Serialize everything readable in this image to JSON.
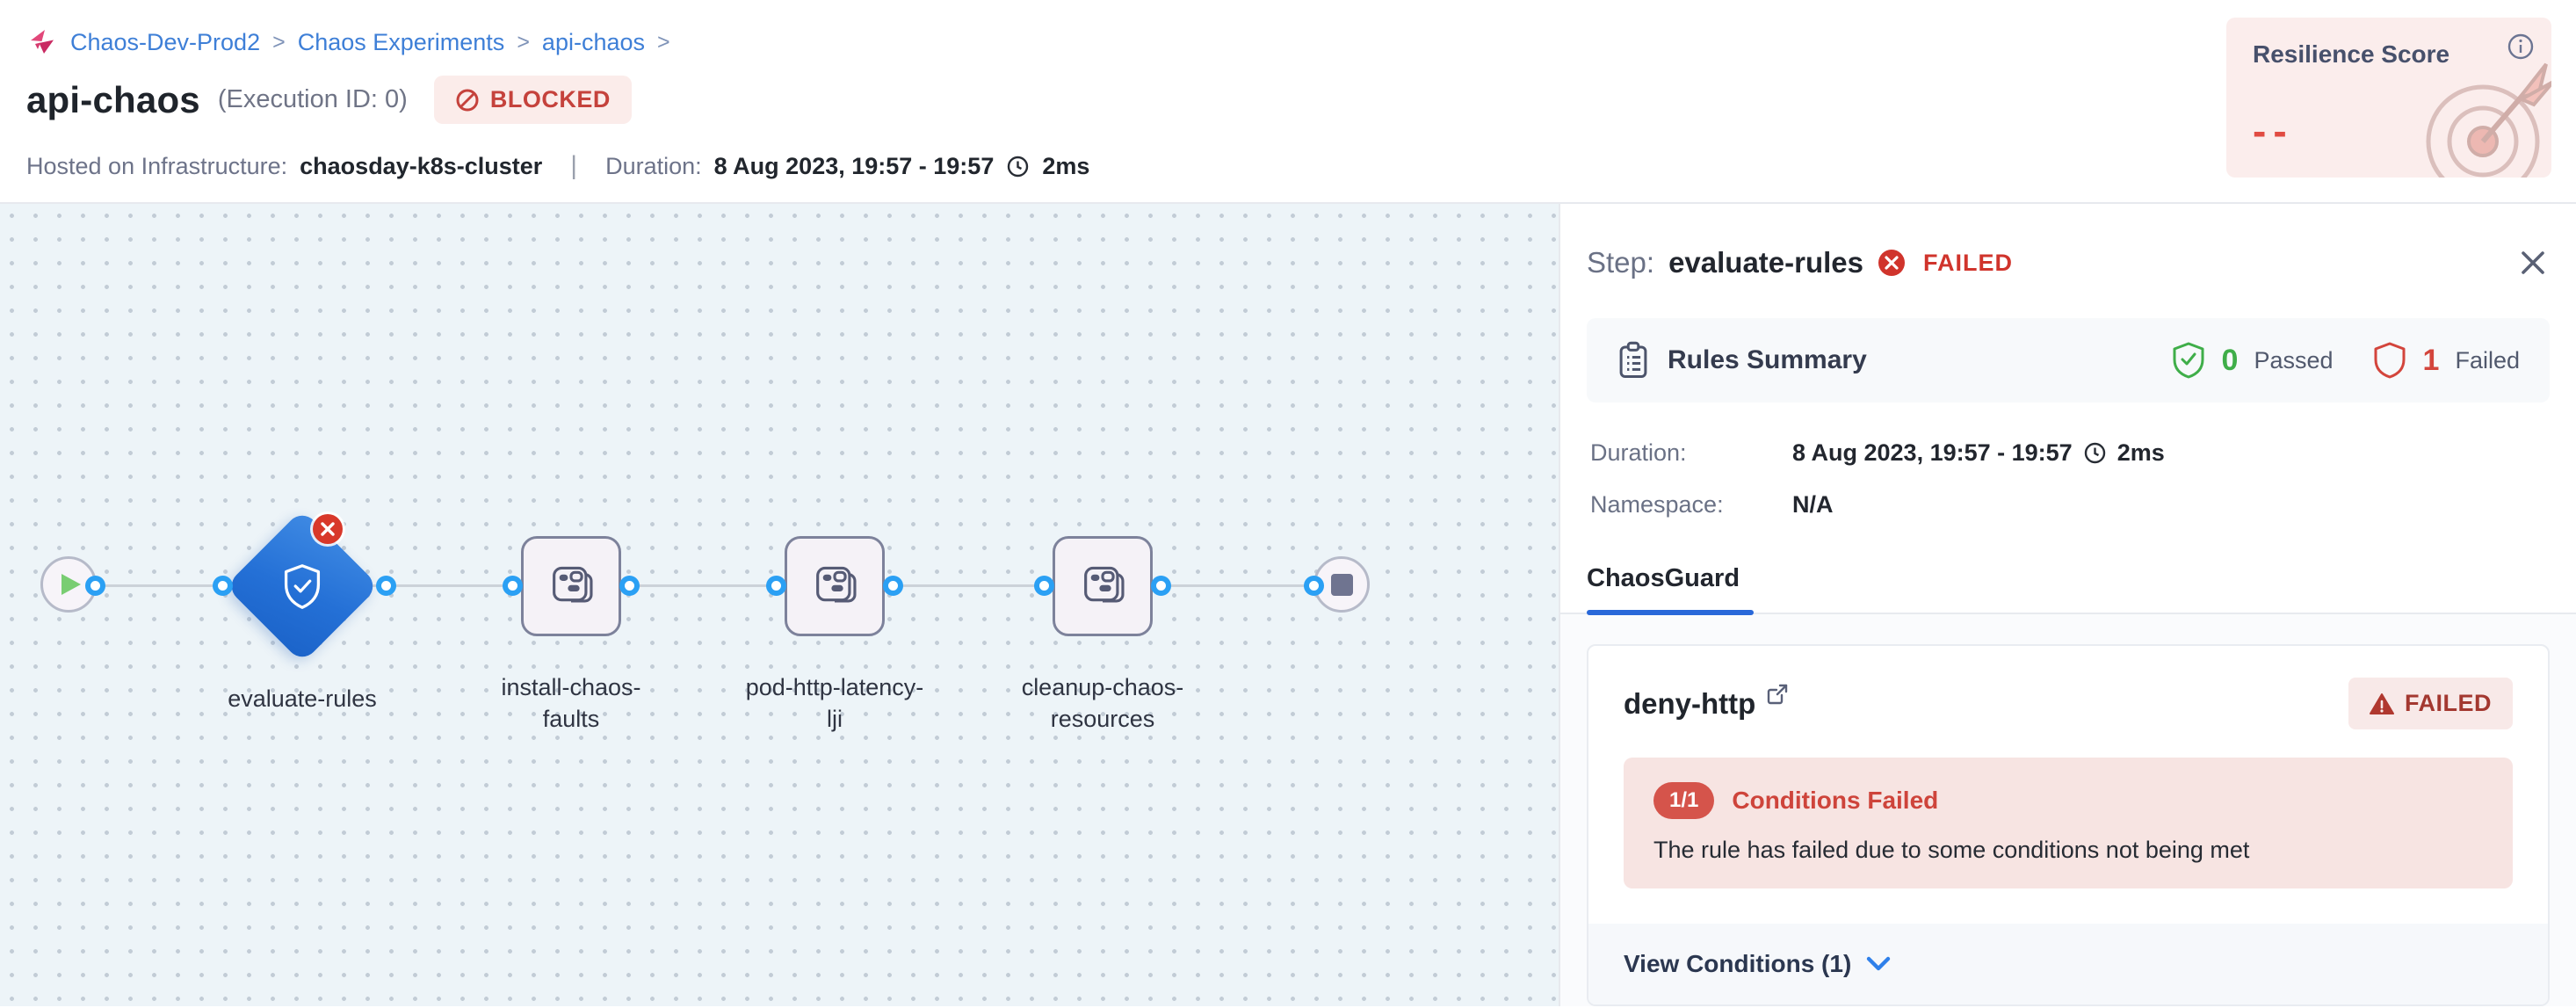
{
  "colors": {
    "link_blue": "#3e7fd7",
    "accent_blue": "#2968d9",
    "port_blue": "#2ba0f4",
    "status_red": "#c5423c",
    "error_red": "#d8382a",
    "pass_green": "#3fae49",
    "fail_red": "#d3453c",
    "node_fill": "#f5f2f7",
    "canvas_bg": "#edf4f8",
    "resilience_bg": "#fbedec"
  },
  "icons": {
    "chaos-module": "pink pinwheel",
    "blocked": "⊘",
    "clock": "🕐",
    "info": "ⓘ",
    "play": "▶",
    "stop": "■",
    "shield-check": "shield with checkmark",
    "error-x": "✕ in red circle",
    "close": "✕",
    "clipboard": "📋",
    "external-link": "↗",
    "warning": "⚠",
    "chevron-down": "∨"
  },
  "breadcrumb": {
    "items": [
      "Chaos-Dev-Prod2",
      "Chaos Experiments",
      "api-chaos"
    ],
    "separator": ">"
  },
  "header": {
    "title": "api-chaos",
    "execution_id": "(Execution ID: 0)",
    "status_badge": "BLOCKED",
    "infra_label": "Hosted on Infrastructure:",
    "infra_value": "chaosday-k8s-cluster",
    "meta_divider": "|",
    "duration_label": "Duration:",
    "duration_value": "8 Aug 2023, 19:57 - 19:57",
    "duration_ms": "2ms"
  },
  "resilience": {
    "title": "Resilience Score",
    "value": "--"
  },
  "pipeline": {
    "nodes": [
      {
        "label": "evaluate-rules",
        "type": "chaosguard-diamond",
        "status": "failed"
      },
      {
        "label": "install-chaos-faults",
        "type": "step"
      },
      {
        "label": "pod-http-latency-lji",
        "type": "step"
      },
      {
        "label": "cleanup-chaos-resources",
        "type": "step"
      }
    ]
  },
  "panel": {
    "step_label": "Step:",
    "step_name": "evaluate-rules",
    "step_status": "FAILED",
    "summary": {
      "title": "Rules Summary",
      "passed_count": "0",
      "passed_label": "Passed",
      "failed_count": "1",
      "failed_label": "Failed"
    },
    "duration_label": "Duration:",
    "duration_value": "8 Aug 2023, 19:57 - 19:57",
    "duration_ms": "2ms",
    "namespace_label": "Namespace:",
    "namespace_value": "N/A",
    "tab": "ChaosGuard",
    "rule": {
      "name": "deny-http",
      "status": "FAILED",
      "conditions_badge": "1/1",
      "conditions_title": "Conditions Failed",
      "conditions_message": "The rule has failed due to some conditions not being met",
      "footer": "View Conditions (1)"
    }
  }
}
